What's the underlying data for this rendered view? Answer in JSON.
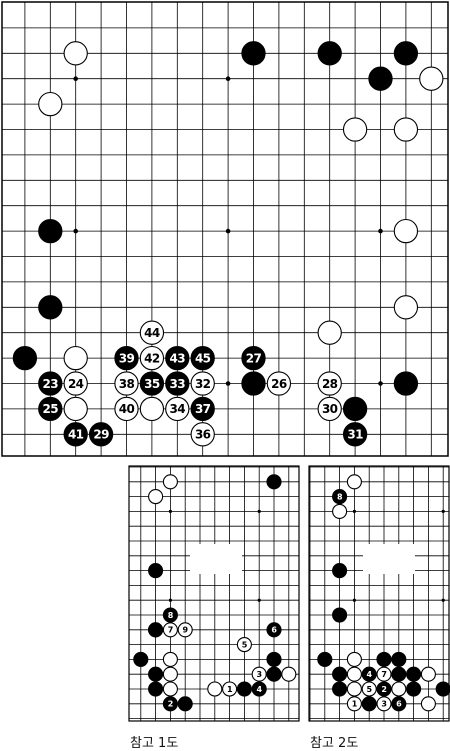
{
  "main_board": {
    "hoshi": [
      [
        3,
        3
      ],
      [
        9,
        3
      ],
      [
        15,
        3
      ],
      [
        3,
        9
      ],
      [
        9,
        9
      ],
      [
        15,
        9
      ],
      [
        3,
        15
      ],
      [
        9,
        15
      ],
      [
        15,
        15
      ]
    ],
    "stones": [
      {
        "c": "w",
        "x": 3,
        "y": 2
      },
      {
        "c": "b",
        "x": 10,
        "y": 2
      },
      {
        "c": "b",
        "x": 13,
        "y": 2
      },
      {
        "c": "b",
        "x": 16,
        "y": 2
      },
      {
        "c": "b",
        "x": 15,
        "y": 3
      },
      {
        "c": "w",
        "x": 17,
        "y": 3
      },
      {
        "c": "w",
        "x": 2,
        "y": 4
      },
      {
        "c": "w",
        "x": 14,
        "y": 5
      },
      {
        "c": "w",
        "x": 16,
        "y": 5
      },
      {
        "c": "b",
        "x": 2,
        "y": 9
      },
      {
        "c": "w",
        "x": 16,
        "y": 9
      },
      {
        "c": "b",
        "x": 2,
        "y": 12
      },
      {
        "c": "w",
        "x": 16,
        "y": 12
      },
      {
        "c": "w",
        "x": 13,
        "y": 13
      },
      {
        "c": "b",
        "x": 1,
        "y": 14
      },
      {
        "c": "w",
        "x": 3,
        "y": 14
      },
      {
        "c": "b",
        "x": 10,
        "y": 15
      },
      {
        "c": "b",
        "x": 16,
        "y": 15
      },
      {
        "c": "w",
        "x": 3,
        "y": 16
      },
      {
        "c": "w",
        "x": 6,
        "y": 16
      },
      {
        "c": "b",
        "x": 14,
        "y": 16
      }
    ],
    "numbered": [
      {
        "c": "w",
        "x": 6,
        "y": 13,
        "n": "44"
      },
      {
        "c": "b",
        "x": 5,
        "y": 14,
        "n": "39"
      },
      {
        "c": "w",
        "x": 6,
        "y": 14,
        "n": "42"
      },
      {
        "c": "b",
        "x": 7,
        "y": 14,
        "n": "43"
      },
      {
        "c": "b",
        "x": 8,
        "y": 14,
        "n": "45"
      },
      {
        "c": "b",
        "x": 10,
        "y": 14,
        "n": "27"
      },
      {
        "c": "b",
        "x": 2,
        "y": 15,
        "n": "23"
      },
      {
        "c": "w",
        "x": 3,
        "y": 15,
        "n": "24"
      },
      {
        "c": "w",
        "x": 5,
        "y": 15,
        "n": "38"
      },
      {
        "c": "b",
        "x": 6,
        "y": 15,
        "n": "35"
      },
      {
        "c": "b",
        "x": 7,
        "y": 15,
        "n": "33"
      },
      {
        "c": "w",
        "x": 8,
        "y": 15,
        "n": "32"
      },
      {
        "c": "w",
        "x": 11,
        "y": 15,
        "n": "26"
      },
      {
        "c": "w",
        "x": 13,
        "y": 15,
        "n": "28"
      },
      {
        "c": "b",
        "x": 2,
        "y": 16,
        "n": "25"
      },
      {
        "c": "w",
        "x": 5,
        "y": 16,
        "n": "40"
      },
      {
        "c": "w",
        "x": 7,
        "y": 16,
        "n": "34"
      },
      {
        "c": "b",
        "x": 8,
        "y": 16,
        "n": "37"
      },
      {
        "c": "w",
        "x": 13,
        "y": 16,
        "n": "30"
      },
      {
        "c": "b",
        "x": 3,
        "y": 17,
        "n": "41"
      },
      {
        "c": "b",
        "x": 4,
        "y": 17,
        "n": "29"
      },
      {
        "c": "w",
        "x": 8,
        "y": 17,
        "n": "36"
      },
      {
        "c": "b",
        "x": 14,
        "y": 17,
        "n": "31"
      }
    ]
  },
  "ref1": {
    "caption": "참고 1도",
    "hoshi": [
      [
        3,
        3
      ],
      [
        9,
        3
      ],
      [
        3,
        9
      ],
      [
        9,
        9
      ]
    ],
    "stones": [
      {
        "c": "w",
        "x": 3,
        "y": 1
      },
      {
        "c": "b",
        "x": 10,
        "y": 1
      },
      {
        "c": "w",
        "x": 2,
        "y": 2
      },
      {
        "c": "b",
        "x": 2,
        "y": 7
      },
      {
        "c": "b",
        "x": 2,
        "y": 11
      },
      {
        "c": "b",
        "x": 1,
        "y": 13
      },
      {
        "c": "w",
        "x": 3,
        "y": 13
      },
      {
        "c": "b",
        "x": 10,
        "y": 13
      },
      {
        "c": "b",
        "x": 2,
        "y": 14
      },
      {
        "c": "w",
        "x": 3,
        "y": 14
      },
      {
        "c": "b",
        "x": 10,
        "y": 14
      },
      {
        "c": "w",
        "x": 11,
        "y": 14
      },
      {
        "c": "b",
        "x": 2,
        "y": 15
      },
      {
        "c": "w",
        "x": 3,
        "y": 15
      },
      {
        "c": "w",
        "x": 6,
        "y": 15
      },
      {
        "c": "b",
        "x": 4,
        "y": 16
      }
    ],
    "numbered": [
      {
        "c": "b",
        "x": 3,
        "y": 10,
        "n": "8"
      },
      {
        "c": "b",
        "x": 2,
        "y": 11,
        "n": ""
      },
      {
        "c": "w",
        "x": 3,
        "y": 11,
        "n": "7"
      },
      {
        "c": "w",
        "x": 4,
        "y": 11,
        "n": "9"
      },
      {
        "c": "b",
        "x": 10,
        "y": 11,
        "n": "6"
      },
      {
        "c": "w",
        "x": 8,
        "y": 12,
        "n": "5"
      },
      {
        "c": "w",
        "x": 9,
        "y": 14,
        "n": "3"
      },
      {
        "c": "w",
        "x": 7,
        "y": 15,
        "n": "1"
      },
      {
        "c": "b",
        "x": 8,
        "y": 15,
        "n": ""
      },
      {
        "c": "b",
        "x": 9,
        "y": 15,
        "n": "4"
      },
      {
        "c": "b",
        "x": 3,
        "y": 16,
        "n": "2"
      }
    ]
  },
  "ref2": {
    "caption": "참고 2도",
    "hoshi": [
      [
        3,
        3
      ],
      [
        9,
        3
      ],
      [
        3,
        9
      ],
      [
        9,
        9
      ]
    ],
    "stones": [
      {
        "c": "w",
        "x": 3,
        "y": 1
      },
      {
        "c": "w",
        "x": 2,
        "y": 3
      },
      {
        "c": "b",
        "x": 2,
        "y": 7
      },
      {
        "c": "b",
        "x": 2,
        "y": 10
      },
      {
        "c": "b",
        "x": 1,
        "y": 13
      },
      {
        "c": "w",
        "x": 3,
        "y": 13
      },
      {
        "c": "b",
        "x": 5,
        "y": 13
      },
      {
        "c": "b",
        "x": 6,
        "y": 13
      },
      {
        "c": "b",
        "x": 2,
        "y": 14
      },
      {
        "c": "w",
        "x": 3,
        "y": 14
      },
      {
        "c": "b",
        "x": 6,
        "y": 14
      },
      {
        "c": "b",
        "x": 7,
        "y": 14
      },
      {
        "c": "w",
        "x": 8,
        "y": 14
      },
      {
        "c": "b",
        "x": 2,
        "y": 15
      },
      {
        "c": "w",
        "x": 3,
        "y": 15
      },
      {
        "c": "w",
        "x": 6,
        "y": 15
      },
      {
        "c": "b",
        "x": 7,
        "y": 15
      },
      {
        "c": "b",
        "x": 9,
        "y": 15
      },
      {
        "c": "b",
        "x": 10,
        "y": 15
      },
      {
        "c": "b",
        "x": 4,
        "y": 16
      },
      {
        "c": "w",
        "x": 8,
        "y": 16
      }
    ],
    "numbered": [
      {
        "c": "b",
        "x": 2,
        "y": 2,
        "n": "8"
      },
      {
        "c": "b",
        "x": 4,
        "y": 14,
        "n": "4"
      },
      {
        "c": "w",
        "x": 5,
        "y": 14,
        "n": "7"
      },
      {
        "c": "w",
        "x": 4,
        "y": 15,
        "n": "5"
      },
      {
        "c": "b",
        "x": 5,
        "y": 15,
        "n": "2"
      },
      {
        "c": "w",
        "x": 3,
        "y": 16,
        "n": "1"
      },
      {
        "c": "w",
        "x": 5,
        "y": 16,
        "n": "3"
      },
      {
        "c": "b",
        "x": 6,
        "y": 16,
        "n": "6"
      }
    ]
  }
}
